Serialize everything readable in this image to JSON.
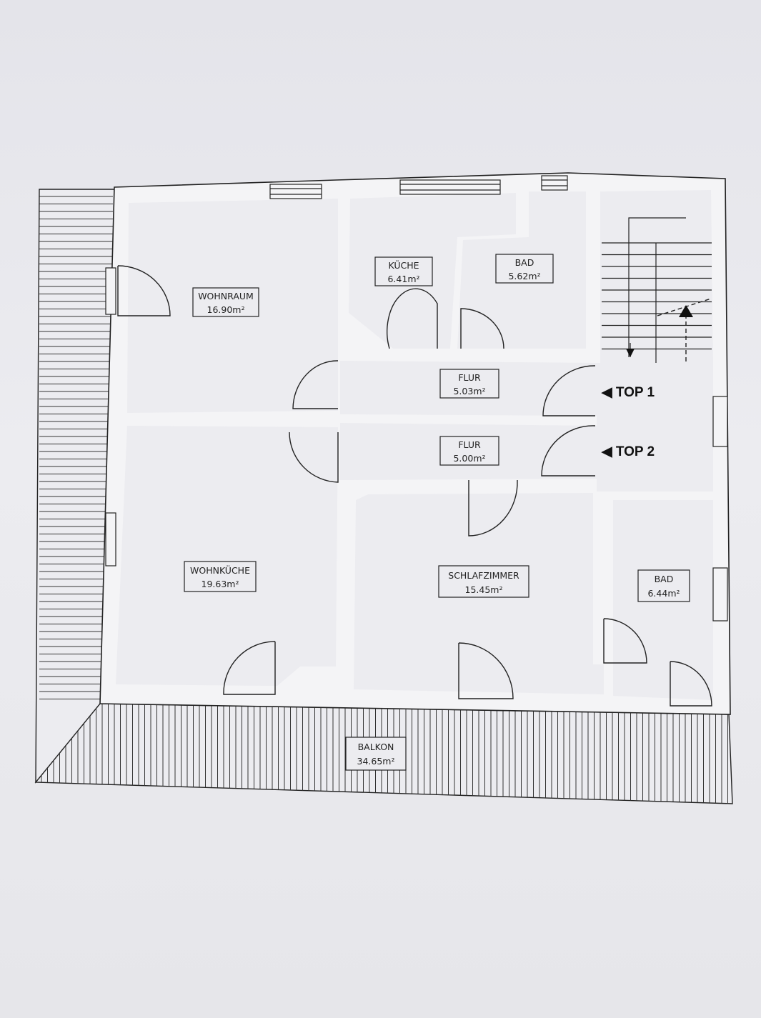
{
  "rooms": {
    "wohnraum": {
      "name": "WOHNRAUM",
      "area": "16.90m²"
    },
    "kueche": {
      "name": "KÜCHE",
      "area": "6.41m²"
    },
    "bad1": {
      "name": "BAD",
      "area": "5.62m²"
    },
    "flur1": {
      "name": "FLUR",
      "area": "5.03m²"
    },
    "flur2": {
      "name": "FLUR",
      "area": "5.00m²"
    },
    "wohnkueche": {
      "name": "WOHNKÜCHE",
      "area": "19.63m²"
    },
    "schlafzimmer": {
      "name": "SCHLAFZIMMER",
      "area": "15.45m²"
    },
    "bad2": {
      "name": "BAD",
      "area": "6.44m²"
    },
    "balkon": {
      "name": "BALKON",
      "area": "34.65m²"
    }
  },
  "entrances": {
    "top1": "◀ TOP 1",
    "top2": "◀ TOP 2"
  },
  "colors": {
    "line": "#222222",
    "paper": "#ececf0"
  }
}
